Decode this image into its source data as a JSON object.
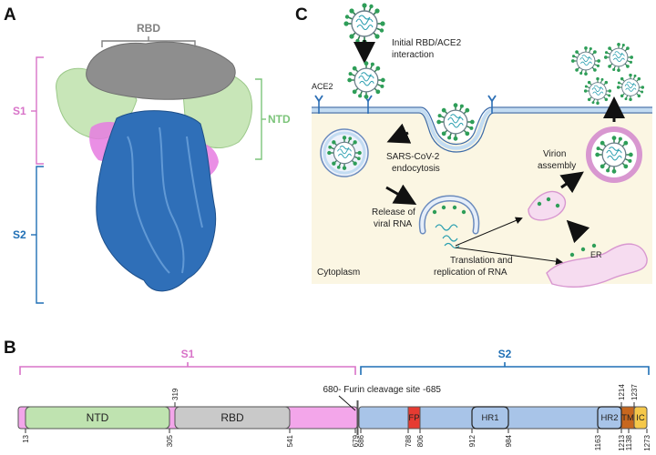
{
  "panels": {
    "a": "A",
    "b": "B",
    "c": "C"
  },
  "panel_a": {
    "rbd": "RBD",
    "s1": "S1",
    "ntd": "NTD",
    "s2": "S2"
  },
  "panel_c": {
    "initial": [
      "Initial RBD/ACE2",
      "interaction"
    ],
    "ace2": "ACE2",
    "endocytosis": [
      "SARS-CoV-2",
      "endocytosis"
    ],
    "release": [
      "Release of",
      "viral RNA"
    ],
    "translation": [
      "Translation and",
      "replication of RNA"
    ],
    "assembly": [
      "Virion",
      "assembly"
    ],
    "er": "ER",
    "cytoplasm": "Cytoplasm"
  },
  "panel_b": {
    "s1": "S1",
    "s2": "S2",
    "furin": "680- Furin cleavage site -685",
    "domains": {
      "ntd": "NTD",
      "rbd": "RBD",
      "fp": "FP",
      "hr1": "HR1",
      "hr2": "HR2",
      "tm": "TM",
      "ic": "IC"
    },
    "ticks_bottom": [
      "13",
      "305",
      "541",
      "679",
      "686",
      "788",
      "806",
      "912",
      "984",
      "1163",
      "1213",
      "1138",
      "1273"
    ],
    "ticks_top": [
      "319",
      "1214",
      "1237"
    ]
  },
  "colors": {
    "s1": "#d873c8",
    "s2": "#1f6fb5",
    "ntd": "#bfe3b0",
    "rbd": "#c9c9c9",
    "s1fill": "#f3a6ea",
    "s2fill": "#a8c4e8",
    "fp": "#e63b32",
    "tm": "#c7671e",
    "ic": "#f5c84a",
    "ntd_text": "#7cc47a",
    "rbd_text": "#808080",
    "cell": "#fbf6e3"
  }
}
